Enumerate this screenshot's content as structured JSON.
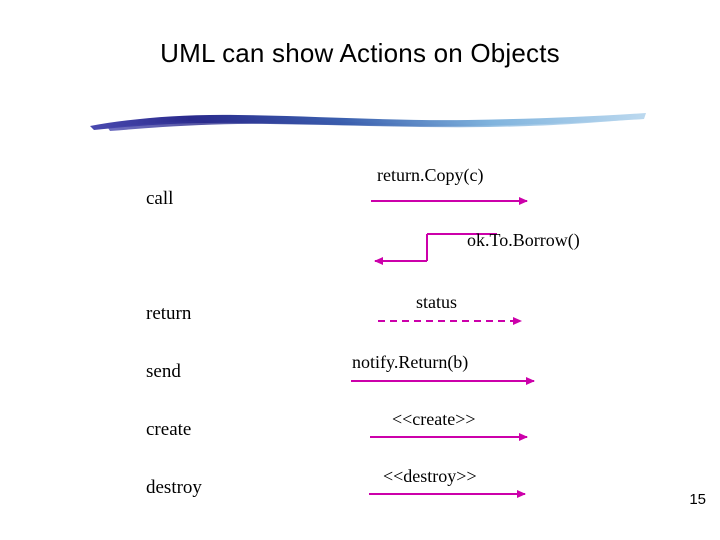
{
  "slide": {
    "title": "UML can show Actions on Objects",
    "page_number": "15",
    "accent_color": "#cc00aa",
    "brush_color_dark": "#2a2a8c",
    "brush_color_light": "#9fc8e8",
    "rows": [
      {
        "action": "call",
        "message": "return.Copy(c)",
        "arrow": "solid-right"
      },
      {
        "action": "",
        "message": "ok.To.Borrow()",
        "arrow": "solid-left"
      },
      {
        "action": "return",
        "message": "status",
        "arrow": "dashed-right"
      },
      {
        "action": "send",
        "message": "notify.Return(b)",
        "arrow": "solid-right"
      },
      {
        "action": "create",
        "message": "<<create>>",
        "arrow": "solid-right"
      },
      {
        "action": "destroy",
        "message": "<<destroy>>",
        "arrow": "solid-right"
      }
    ]
  }
}
